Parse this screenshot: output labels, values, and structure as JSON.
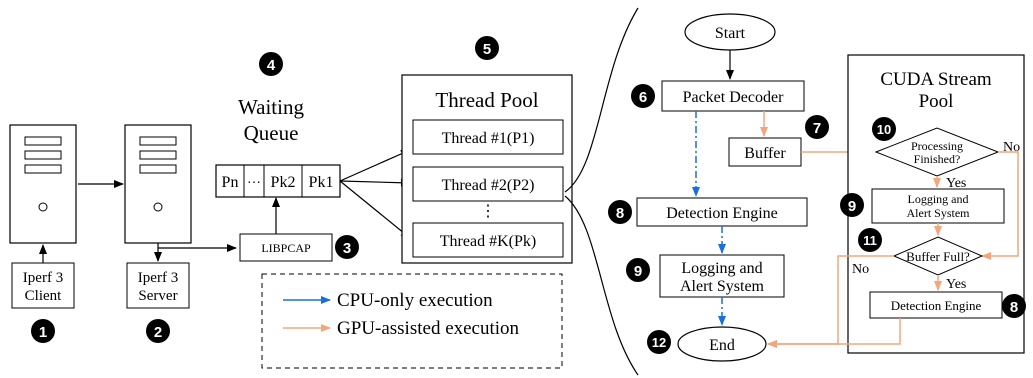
{
  "badges": {
    "b1": "1",
    "b2": "2",
    "b3": "3",
    "b4": "4",
    "b5": "5",
    "b6": "6",
    "b7": "7",
    "b8": "8",
    "b9": "9",
    "b10": "10",
    "b11": "11",
    "b12": "12"
  },
  "left": {
    "client_label_1": "Iperf 3",
    "client_label_2": "Client",
    "server_label_1": "Iperf 3",
    "server_label_2": "Server",
    "libpcap": "LIBPCAP",
    "queue_title_1": "Waiting",
    "queue_title_2": "Queue",
    "queue_cells": [
      "Pn",
      "···",
      "Pk2",
      "Pk1"
    ],
    "pool_title": "Thread Pool",
    "threads": [
      "Thread #1(P1)",
      "Thread #2(P2)",
      "Thread #K(Pk)"
    ],
    "thread_dots": "⋮"
  },
  "legend": {
    "cpu": "CPU-only execution",
    "gpu": "GPU-assisted execution"
  },
  "flow": {
    "start": "Start",
    "decoder": "Packet Decoder",
    "buffer": "Buffer",
    "detection": "Detection Engine",
    "logging_1": "Logging and",
    "logging_2": "Alert System",
    "end": "End"
  },
  "cuda": {
    "title_1": "CUDA Stream",
    "title_2": "Pool",
    "processing_1": "Processing",
    "processing_2": "Finished?",
    "no_1": "No",
    "yes_1": "Yes",
    "logging_1": "Logging and",
    "logging_2": "Alert System",
    "buffer_full": "Buffer Full?",
    "no_2": "No",
    "yes_2": "Yes",
    "detection": "Detection Engine"
  },
  "colors": {
    "cpu": "#1a6fe0",
    "gpu": "#f4a57b",
    "ink": "#000000"
  }
}
